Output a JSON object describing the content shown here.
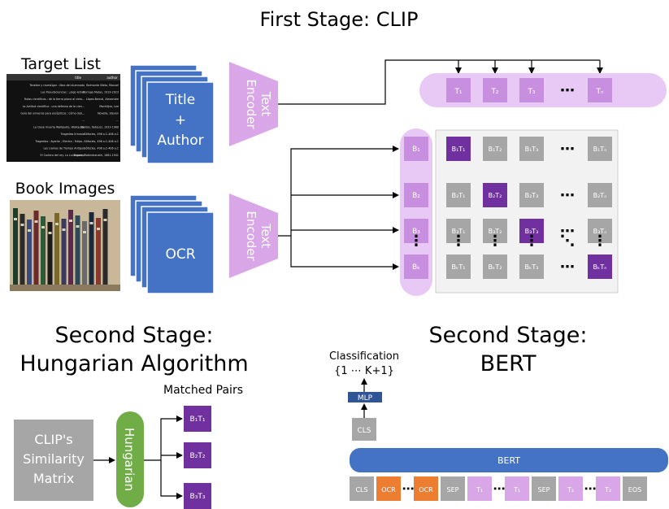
{
  "stage1": {
    "title": "First Stage: CLIP",
    "target_list_label": "Target List",
    "book_images_label": "Book Images",
    "title_author_card": [
      "Title",
      "+",
      "Author"
    ],
    "ocr_card": "OCR",
    "text_encoder": [
      "Text",
      "Encoder"
    ],
    "target_table": {
      "headers": [
        "title",
        "author"
      ],
      "rows": [
        [
          "Tenebre y revestigar : libro del alumnado",
          "Belmonte Nieto, Manuel"
        ],
        [
          "Las Pseudociencias : ¿sigo letra?",
          "Borrego Matas, 1919-2023"
        ],
        [
          "Rutas científicas : de la tierra plana al cielo...",
          "López-Bernal, Alexandre"
        ],
        [
          "La Actitud científica : una defensa de la cien...",
          "Machitjes, Lee"
        ],
        [
          "Guía del universo para escépticos : cómo deb...",
          "Novella, Steven"
        ],
        [
          "...",
          "..."
        ],
        [
          "La Clase muerta Wallquote, Wallquote",
          "Santos, Tadeusz, 1933-1980"
        ],
        [
          "Tragedias líricasia",
          "Sófocles, 496 a.C-406 a.C"
        ],
        [
          "Tragedias : Ayante ; Electra ; Edipo...",
          "Sófocles, 496 a.C-406 a.C"
        ],
        [
          "Las Llamas de Tiempo Antiguo",
          "Sófocles, 496 a.C-406 a.C"
        ],
        [
          "El Cartero del rey. La Luna nueva",
          "Tagore, Rabindranath, 1861-1941"
        ]
      ]
    },
    "text_tokens": [
      "T₁",
      "T₂",
      "T₃",
      "⋯",
      "Tₙ"
    ],
    "book_tokens": [
      "B₁",
      "B₂",
      "B₃",
      "⋮",
      "Bₖ"
    ],
    "matrix": [
      [
        "B₁T₁",
        "B₁T₂",
        "B₁T₃",
        "⋯",
        "B₁Tₙ"
      ],
      [
        "B₂T₁",
        "B₂T₂",
        "B₂T₃",
        "⋯",
        "B₂Tₙ"
      ],
      [
        "B₃T₁",
        "B₃T₂",
        "B₃T₃",
        "⋯",
        "B₃Tₙ"
      ],
      [
        "⋮",
        "⋮",
        "⋮",
        "⋱",
        "⋮"
      ],
      [
        "BₖT₁",
        "BₖT₂",
        "BₖT₃",
        "⋯",
        "BₖTₙ"
      ]
    ],
    "matrix_highlight": [
      [
        0,
        0
      ],
      [
        1,
        1
      ],
      [
        2,
        2
      ],
      [
        4,
        4
      ]
    ]
  },
  "stage2_hungarian": {
    "title": [
      "Second Stage:",
      "Hungarian Algorithm"
    ],
    "matrix_box": [
      "CLIP's",
      "Similarity",
      "Matrix"
    ],
    "hungarian_label": "Hungarian",
    "matched_pairs_label": "Matched Pairs",
    "pairs": [
      "B₁T₁",
      "B₂T₂",
      "B₃T₃"
    ]
  },
  "stage2_bert": {
    "title": [
      "Second Stage:",
      "BERT"
    ],
    "classification": [
      "Classification",
      "{1 ⋯ K+1}"
    ],
    "mlp_label": "MLP",
    "cls_label": "CLS",
    "bert_label": "BERT",
    "sequence": [
      {
        "label": "CLS",
        "kind": "gray"
      },
      {
        "label": "OCR",
        "kind": "orange"
      },
      {
        "label": "⋯",
        "kind": "dots"
      },
      {
        "label": "OCR",
        "kind": "orange"
      },
      {
        "label": "SEP",
        "kind": "gray"
      },
      {
        "label": "T₁",
        "kind": "purple"
      },
      {
        "label": "⋯",
        "kind": "dots"
      },
      {
        "label": "T₁",
        "kind": "purple"
      },
      {
        "label": "SEP",
        "kind": "gray"
      },
      {
        "label": "T₂",
        "kind": "purple"
      },
      {
        "label": "⋯",
        "kind": "dots"
      },
      {
        "label": "T₂",
        "kind": "purple"
      },
      {
        "label": "EOS",
        "kind": "gray"
      }
    ]
  },
  "colors": {
    "blue": "#4472c4",
    "light_purple": "#d9a6e8",
    "dark_purple": "#7030a0",
    "gray": "#a6a6a6",
    "orange": "#ed7d31",
    "green": "#70ad47",
    "dark_blue": "#2f5597",
    "book_spines": [
      "#1d3d2a",
      "#2b2b2b",
      "#3a4a7a",
      "#6b2b2b",
      "#2e5a3a",
      "#1a1a1a",
      "#7a6a2a",
      "#3a3a5a",
      "#5a2a4a",
      "#2a4a5a",
      "#6a6a6a",
      "#1a2a3a",
      "#8a3a2a",
      "#2a2a2a"
    ]
  }
}
